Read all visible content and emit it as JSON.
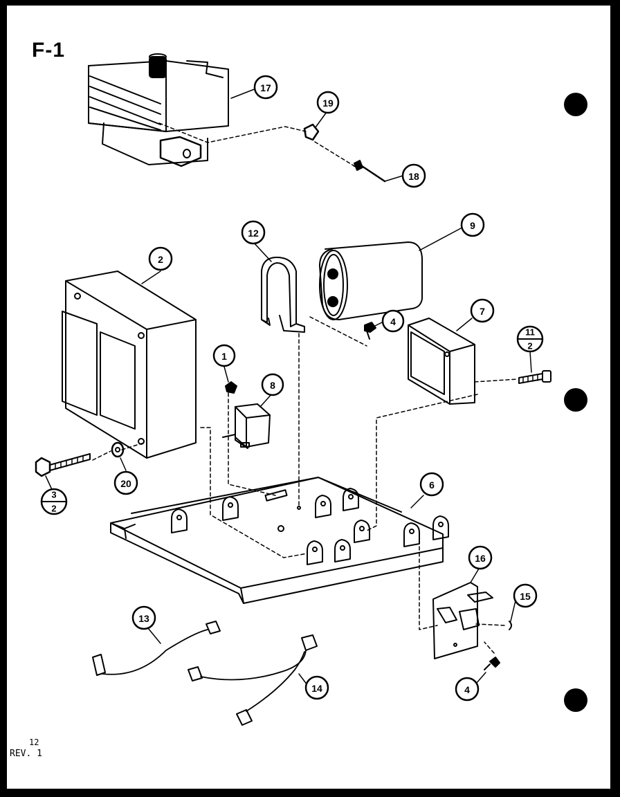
{
  "figure": {
    "label": "F-1"
  },
  "footer": {
    "page_number": "12",
    "revision": "REV. 1"
  },
  "callouts": [
    {
      "id": "c17",
      "text": "17",
      "part": "magnetron"
    },
    {
      "id": "c19",
      "text": "19",
      "part": "clip"
    },
    {
      "id": "c18",
      "text": "18",
      "part": "pin"
    },
    {
      "id": "c12",
      "text": "12",
      "part": "capacitor-bracket"
    },
    {
      "id": "c9",
      "text": "9",
      "part": "capacitor"
    },
    {
      "id": "c2",
      "text": "2",
      "part": "transformer"
    },
    {
      "id": "c4a",
      "text": "4",
      "part": "screw"
    },
    {
      "id": "c7",
      "text": "7",
      "part": "rectifier"
    },
    {
      "id": "c1",
      "text": "1",
      "part": "screw"
    },
    {
      "id": "c8",
      "text": "8",
      "part": "thermal-switch"
    },
    {
      "id": "c20",
      "text": "20",
      "part": "washer"
    },
    {
      "id": "c6",
      "text": "6",
      "part": "base-plate"
    },
    {
      "id": "c16",
      "text": "16",
      "part": "terminal-board"
    },
    {
      "id": "c15",
      "text": "15",
      "part": "clip"
    },
    {
      "id": "c13",
      "text": "13",
      "part": "wire-harness"
    },
    {
      "id": "c14",
      "text": "14",
      "part": "wire-harness"
    },
    {
      "id": "c4b",
      "text": "4",
      "part": "screw"
    }
  ],
  "fraction_callouts": [
    {
      "id": "f11",
      "numerator": "11",
      "denominator": "2",
      "part": "bolt"
    },
    {
      "id": "f3",
      "numerator": "3",
      "denominator": "2",
      "part": "bolt"
    }
  ],
  "colors": {
    "ink": "#000000",
    "paper": "#ffffff",
    "border": "#000000"
  }
}
